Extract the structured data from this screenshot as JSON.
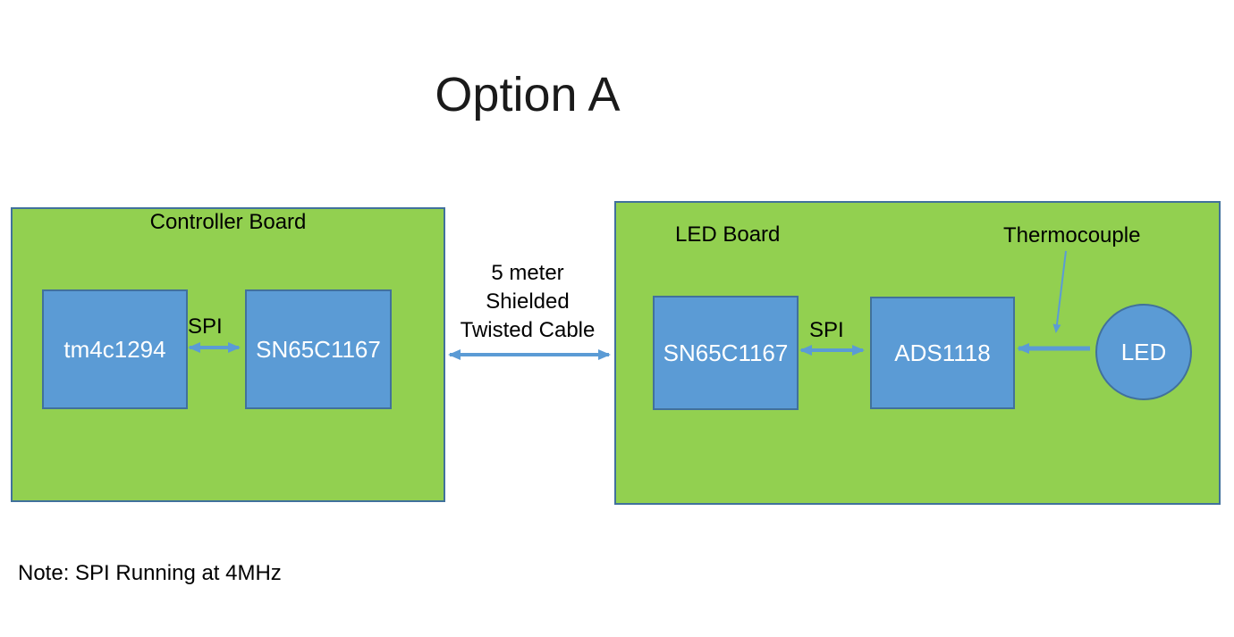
{
  "page": {
    "title": "Option A",
    "note": "Note: SPI Running at 4MHz"
  },
  "cable": {
    "lines": [
      "5 meter",
      "Shielded",
      "Twisted Cable"
    ]
  },
  "controller_board": {
    "label": "Controller Board",
    "bus_label": "SPI",
    "chips": [
      {
        "label": "tm4c1294"
      },
      {
        "label": "SN65C1167"
      }
    ]
  },
  "led_board": {
    "label": "LED Board",
    "bus_label": "SPI",
    "thermocouple_label": "Thermocouple",
    "chips": [
      {
        "label": "SN65C1167"
      },
      {
        "label": "ADS1118"
      }
    ],
    "led": {
      "label": "LED"
    }
  },
  "colors": {
    "board_fill": "#92D050",
    "chip_fill": "#5B9BD5",
    "shape_outline": "#41719C",
    "arrow": "#5B9BD5",
    "text_dark": "#000000",
    "text_light": "#FFFFFF",
    "background": "#FFFFFF"
  }
}
